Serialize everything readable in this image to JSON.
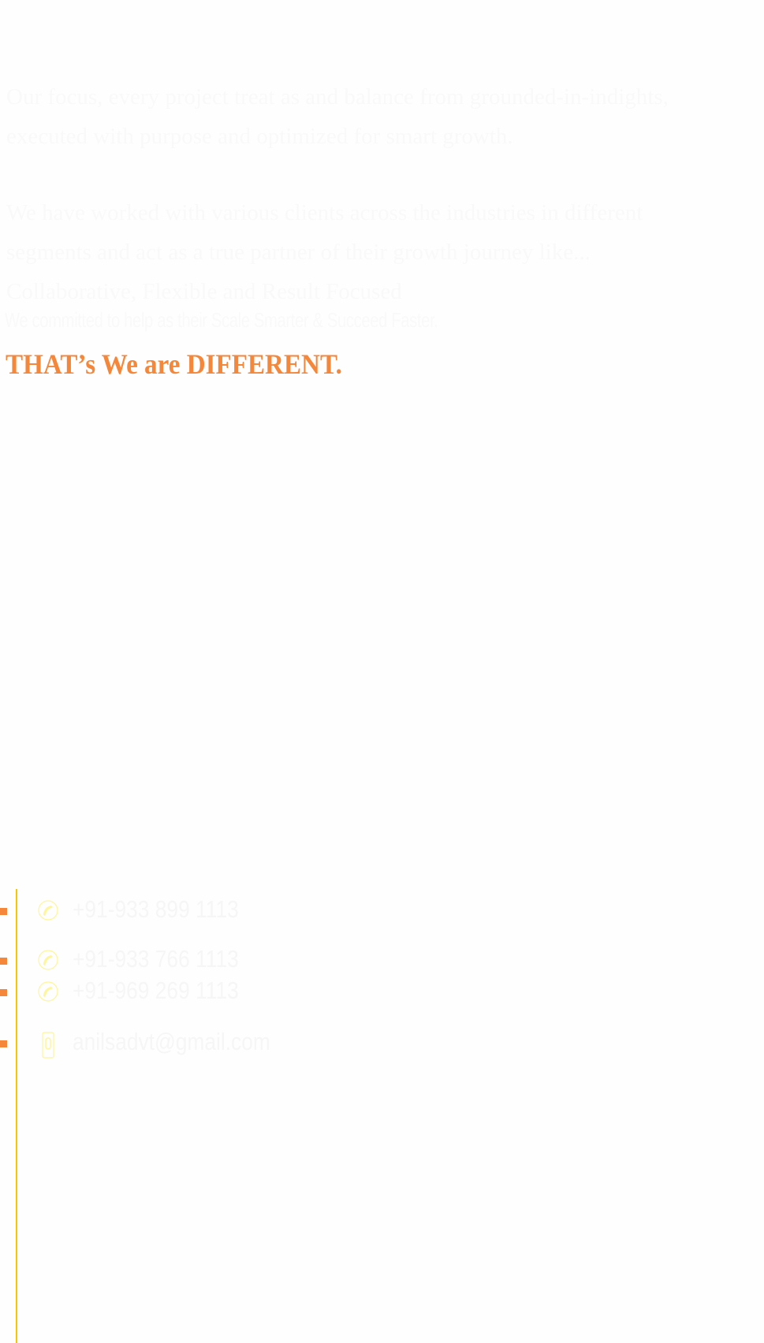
{
  "intro": {
    "paragraph1": [
      "Our focus, every project treat as and balance from grounded-in-indights,",
      "executed with purpose and optimized for smart growth."
    ],
    "paragraph2": [
      "We have worked with various clients across the industries in different",
      "segments and act as a true partner of their growth journey like...",
      "Collaborative, Flexible and Result Focused"
    ],
    "commitment": "We committed to help as their Scale Smarter & Succeed Faster.",
    "heading": "THAT’s We are DIFFERENT."
  },
  "contact": {
    "items": [
      {
        "icon": "phone-icon",
        "text": "+91-933 899 1113"
      },
      {
        "icon": "phone-icon",
        "text": "+91-933 766 1113"
      },
      {
        "icon": "phone-icon",
        "text": "+91-969 269 1113"
      },
      {
        "icon": "email-icon",
        "text": "anilsadvt@gmail.com"
      }
    ]
  },
  "colors": {
    "accent": "#f5873a",
    "line": "#f7c600",
    "icon": "#fff59a"
  }
}
